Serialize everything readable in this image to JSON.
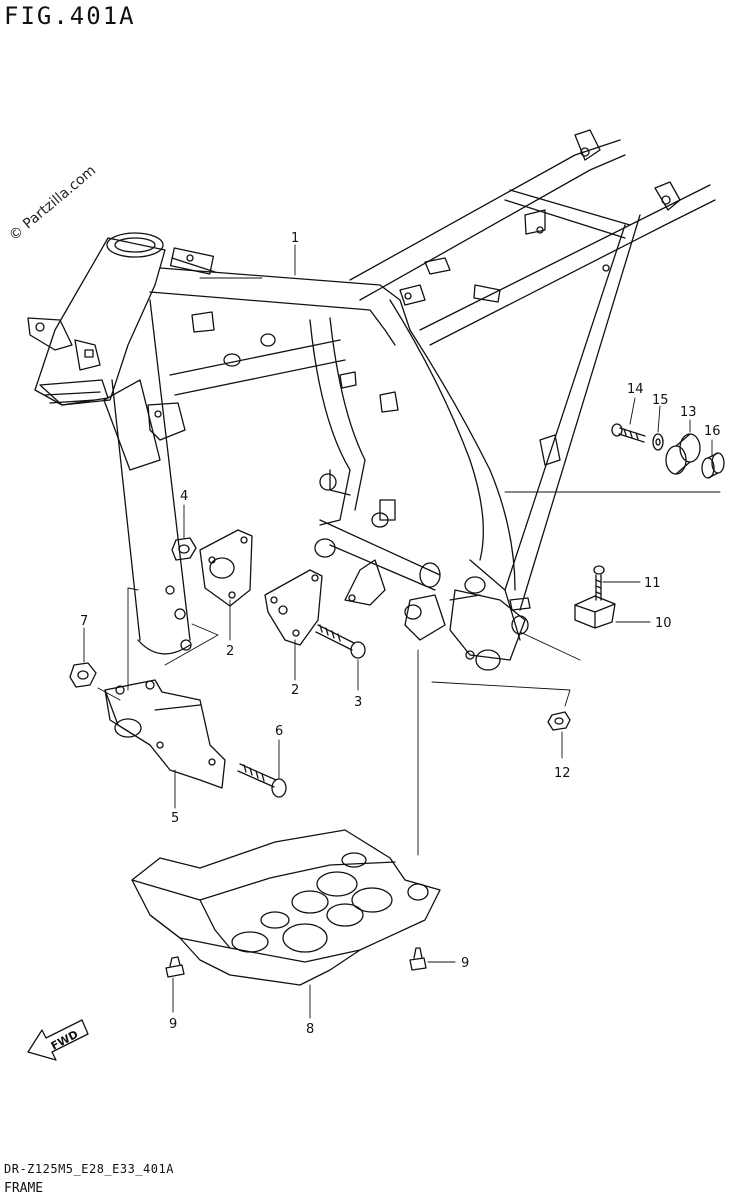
{
  "header": {
    "title": "FIG.401A"
  },
  "watermark": {
    "text": "© Partzilla.com"
  },
  "footer": {
    "code": "DR-Z125M5_E28_E33_401A",
    "title": "FRAME"
  },
  "fwd_badge": {
    "label": "FWD"
  },
  "callouts": [
    {
      "id": "c1",
      "label": "1"
    },
    {
      "id": "c2a",
      "label": "2"
    },
    {
      "id": "c2b",
      "label": "2"
    },
    {
      "id": "c3",
      "label": "3"
    },
    {
      "id": "c4",
      "label": "4"
    },
    {
      "id": "c5",
      "label": "5"
    },
    {
      "id": "c6",
      "label": "6"
    },
    {
      "id": "c7",
      "label": "7"
    },
    {
      "id": "c8",
      "label": "8"
    },
    {
      "id": "c9a",
      "label": "9"
    },
    {
      "id": "c9b",
      "label": "9"
    },
    {
      "id": "c10",
      "label": "10"
    },
    {
      "id": "c11",
      "label": "11"
    },
    {
      "id": "c12",
      "label": "12"
    },
    {
      "id": "c13",
      "label": "13"
    },
    {
      "id": "c14",
      "label": "14"
    },
    {
      "id": "c15",
      "label": "15"
    },
    {
      "id": "c16",
      "label": "16"
    }
  ]
}
